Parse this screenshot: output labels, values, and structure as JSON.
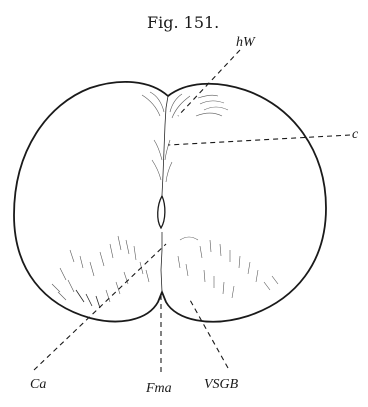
{
  "figure": {
    "caption": "Fig. 151.",
    "labels": {
      "hW": "hW",
      "c": "c",
      "Ca": "Ca",
      "Fma": "Fma",
      "VSGB": "VSGB"
    }
  }
}
